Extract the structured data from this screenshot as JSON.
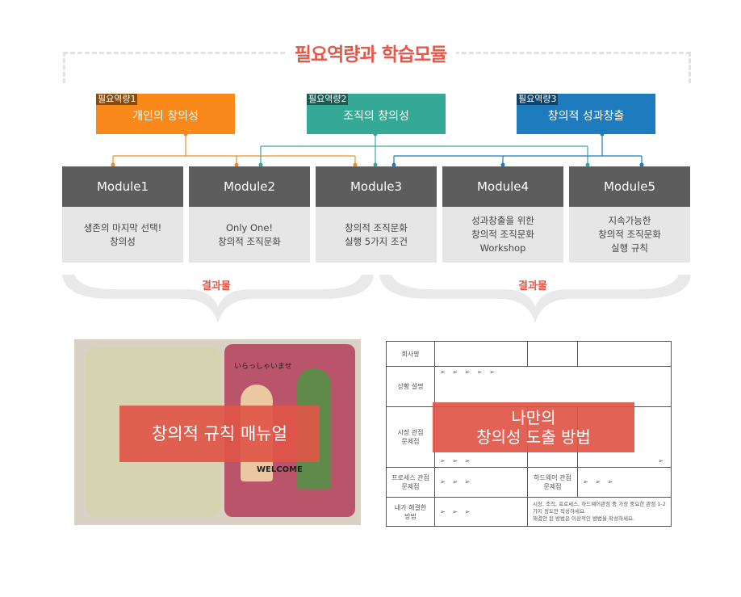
{
  "title": "필요역량과 학습모듈",
  "competencies": [
    {
      "tag": "필요역량1",
      "label": "개인의 창의성",
      "color": "#f8891a"
    },
    {
      "tag": "필요역량2",
      "label": "조직의 창의성",
      "color": "#36a896"
    },
    {
      "tag": "필요역량3",
      "label": "창의적 성과창출",
      "color": "#1e7bbd"
    }
  ],
  "modules": [
    {
      "name": "Module1",
      "desc": "생존의 마지막 선택!\n창의성"
    },
    {
      "name": "Module2",
      "desc": "Only One!\n창의적 조직문화"
    },
    {
      "name": "Module3",
      "desc": "창의적 조직문화\n실행 5가지 조건"
    },
    {
      "name": "Module4",
      "desc": "성과창출을 위한\n창의적 조직문화\nWorkshop"
    },
    {
      "name": "Module5",
      "desc": "지속가능한\n창의적 조직문화\n실행 규칙"
    }
  ],
  "results": [
    "결과물",
    "결과물"
  ],
  "outputs": [
    {
      "label": "창의적 규칙 매뉴얼"
    },
    {
      "label_line1": "나만의",
      "label_line2": "창의성 도출 방법"
    }
  ],
  "book": {
    "cover_text": "いらっしゃいませ",
    "bottom_text": "WELCOME"
  },
  "form": {
    "company": "회사명",
    "situation": "상황 설명",
    "market": "시장 관점\n문제점",
    "process": "프로세스 관점\n문제점",
    "hardware": "하드웨어 관점\n문제점",
    "solution": "내가 해결한\n방법",
    "bullet": "➢",
    "note": "시장, 조직, 프로세스, 하드웨어관점 중 가장 중요한 관점 1-2 가지 정도만 작성하세요.\n해결안 된 방법은 이상적인 방법을 작성하세요."
  }
}
